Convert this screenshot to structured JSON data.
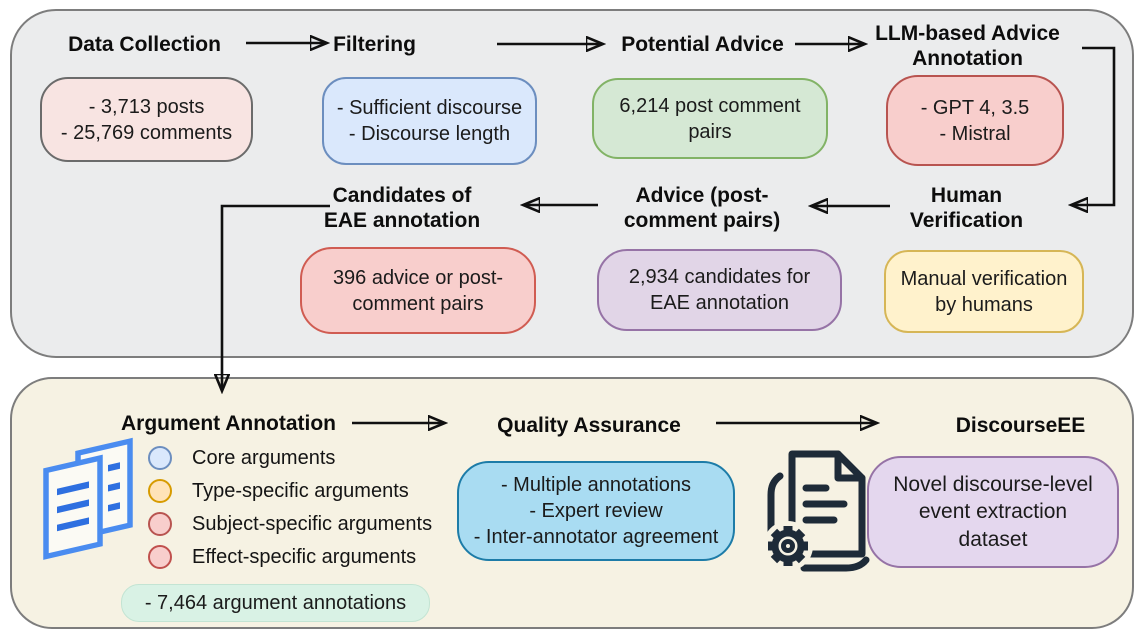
{
  "top_panel": {
    "row1": [
      {
        "title": "Data Collection",
        "box": [
          "- 3,713 posts",
          "- 25,769 comments"
        ]
      },
      {
        "title": "Filtering",
        "box": [
          "- Sufficient discourse",
          "- Discourse length"
        ]
      },
      {
        "title": "Potential Advice",
        "box": [
          "6,214 post comment pairs"
        ]
      },
      {
        "title": "LLM-based Advice Annotation",
        "box": [
          "- GPT 4, 3.5",
          "- Mistral"
        ]
      }
    ],
    "row2": [
      {
        "title": "Candidates of EAE annotation",
        "box": [
          "396 advice or post-comment pairs"
        ]
      },
      {
        "title": "Advice (post-comment pairs)",
        "box": [
          "2,934 candidates for EAE annotation"
        ]
      },
      {
        "title": "Human Verification",
        "box": [
          "Manual verification by humans"
        ]
      }
    ]
  },
  "bottom_panel": {
    "steps": [
      {
        "title": "Argument Annotation"
      },
      {
        "title": "Quality Assurance",
        "box": [
          "- Multiple annotations",
          "- Expert review",
          "- Inter-annotator agreement"
        ]
      },
      {
        "title": "DiscourseEE",
        "box": [
          "Novel discourse-level event extraction dataset"
        ]
      }
    ],
    "argument_types": [
      {
        "label": "Core arguments",
        "fill": "#dae8fc",
        "stroke": "#6c8ebf"
      },
      {
        "label": "Type-specific arguments",
        "fill": "#ffe3b8",
        "stroke": "#d79b00"
      },
      {
        "label": "Subject-specific arguments",
        "fill": "#f8cecc",
        "stroke": "#b85450"
      },
      {
        "label": "Effect-specific arguments",
        "fill": "#f8cecc",
        "stroke": "#c0504d"
      }
    ],
    "annotation_count": "- 7,464 argument annotations",
    "icons": [
      "stacked-documents-icon",
      "document-gear-icon"
    ]
  },
  "colors": {
    "top_panel_bg": "#ebeced",
    "bottom_panel_bg": "#f6f2e3",
    "panel_border": "#7d7d7d",
    "pink_fill": "#f8e4e2",
    "blue_fill": "#dae8fc",
    "blue_stroke": "#6c8ebf",
    "green_fill": "#d5e8d4",
    "green_stroke": "#82b366",
    "red_fill": "#f8cecc",
    "red_stroke": "#b85450",
    "purple_fill": "#e1d5e7",
    "purple_stroke": "#9673a6",
    "yellow_fill": "#fff2cc",
    "yellow_stroke": "#d6b656",
    "cyan_fill": "#a9dcf2",
    "cyan_stroke": "#1d7ca8",
    "mint_fill": "#d9f2e5",
    "arrow": "#101010",
    "doc_icon_blue": "#4a8cf0",
    "gear_icon_dark": "#1e2b38"
  }
}
